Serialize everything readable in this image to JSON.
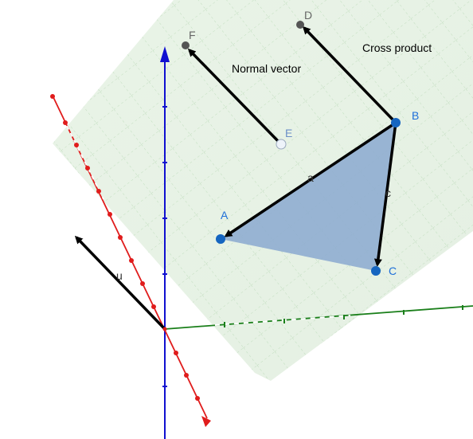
{
  "labels": {
    "cross_product": "Cross product",
    "normal_vector": "Normal vector"
  },
  "points": {
    "A": "A",
    "B": "B",
    "C": "C",
    "D": "D",
    "E": "E",
    "F": "F"
  },
  "vectors": {
    "a": "a",
    "c": "c",
    "u": "u"
  },
  "colors": {
    "plane": "#dfeedd",
    "triangle": "#8fadd0",
    "point_blue": "#1565c0",
    "label_blue": "#1e6fd9",
    "point_gray": "#555555",
    "axis_x": "#e01c1c",
    "axis_y": "#1a7f1a",
    "axis_z": "#1010d0",
    "vector": "#000000"
  }
}
